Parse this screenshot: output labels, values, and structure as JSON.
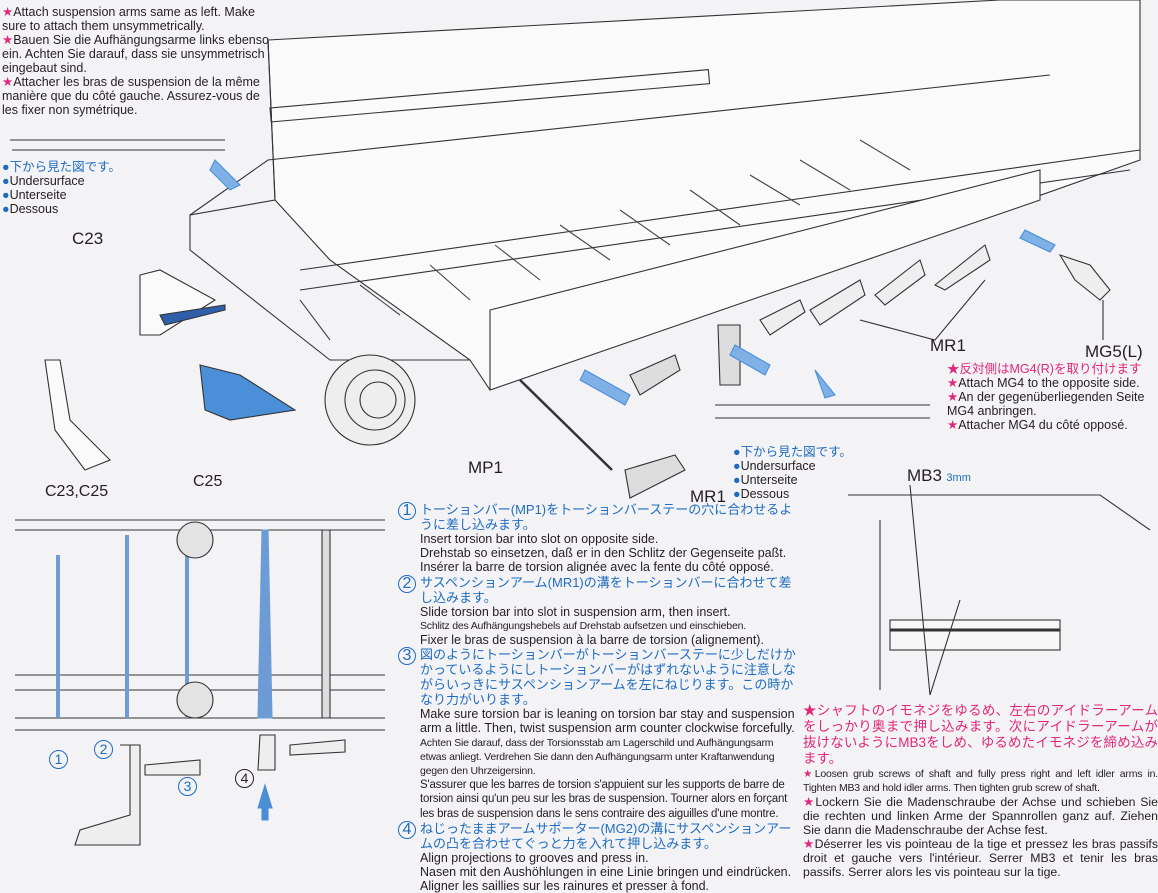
{
  "top_left_note": {
    "en": "Attach suspension arms same as left. Make sure to attach them unsymmetrically.",
    "de": "Bauen Sie die Aufhängungsarme links ebenso ein. Achten Sie darauf, dass sie unsymmetrisch eingebaut sind.",
    "fr": "Attacher les bras de suspension de la même manière que du côté gauche. Assurez-vous de les fixer non symétrique."
  },
  "undersurface_note_left": {
    "jp": "下から見た図です。",
    "en": "Undersurface",
    "de": "Unterseite",
    "fr": "Dessous"
  },
  "undersurface_note_center": {
    "jp": "下から見た図です。",
    "en": "Undersurface",
    "de": "Unterseite",
    "fr": "Dessous"
  },
  "part_labels": {
    "c23": "C23",
    "c23_c25": "C23,C25",
    "c25": "C25",
    "mp1": "MP1",
    "mr1_center": "MR1",
    "mr1_right": "MR1",
    "mg5": "MG5(L)",
    "mb3": "MB3",
    "mb3_size": "3mm"
  },
  "mg4_note": {
    "jp": "反対側はMG4(R)を取り付けます",
    "en": "Attach MG4 to the opposite side.",
    "de": "An der gegenüberliegenden Seite MG4 anbringen.",
    "fr": "Attacher MG4 du côté opposé."
  },
  "steps": [
    {
      "num": "1",
      "jp": "トーションバー(MP1)をトーションバーステーの穴に合わせるように差し込みます。",
      "en": "Insert torsion bar into slot on opposite side.",
      "de": "Drehstab so einsetzen, daß er in den Schlitz der Gegenseite paßt.",
      "fr": "Insérer la barre de torsion alignée avec la fente du côté opposé."
    },
    {
      "num": "2",
      "jp": "サスペンションアーム(MR1)の溝をトーションバーに合わせて差し込みます。",
      "en": "Slide torsion bar into slot in suspension arm, then insert.",
      "de": "Schlitz des Aufhängungshebels auf Drehstab aufsetzen und einschieben.",
      "fr": "Fixer le bras de suspension à la barre de torsion (alignement)."
    },
    {
      "num": "3",
      "jp": "図のようにトーションバーがトーションバーステーに少しだけかかっているようにしトーションバーがはずれないように注意しながらいっきにサスペンションアームを左にねじります。この時かなり力がいります。",
      "en": "Make sure torsion bar is leaning on torsion bar stay and suspension arm a little. Then, twist suspension arm counter clockwise forcefully.",
      "de": "Achten Sie darauf, dass der Torsionsstab am Lagerschild und Aufhängungsarm etwas anliegt. Verdrehen Sie dann den Aufhängungsarm unter Kraftanwendung gegen den Uhrzeigersinn.",
      "fr": "S'assurer que les barres de torsion s'appuient sur les supports de barre de torsion ainsi qu'un peu sur les bras de suspension. Tourner alors en forçant les bras de suspension dans le sens contraire des aiguilles d'une montre."
    },
    {
      "num": "4",
      "jp": "ねじったままアームサポーター(MG2)の溝にサスペンションアームの凸を合わせてぐっと力を入れて押し込みます。",
      "en": "Align projections to grooves and press in.",
      "de": "Nasen mit den Aushöhlungen in eine Linie bringen und eindrücken.",
      "fr": "Aligner les saillies sur les rainures et presser à fond."
    }
  ],
  "detail_numbers": [
    "1",
    "2",
    "3",
    "4"
  ],
  "idler_note": {
    "jp": "シャフトのイモネジをゆるめ、左右のアイドラーアームをしっかり奥まで押し込みます。次にアイドラーアームが抜けないようにMB3をしめ、ゆるめたイモネジを締め込みます。",
    "en": "Loosen grub screws of shaft and fully press right and left idler arms in. Tighten MB3 and hold idler arms. Then tighten grub screw of shaft.",
    "de": "Lockern Sie die Madenschraube der Achse und schieben Sie die rechten und linken Arme der Spannrollen ganz auf. Ziehen Sie dann die Madenschraube der Achse fest.",
    "fr": "Déserrer les vis pointeau de la tige et pressez les bras passifs droit et gauche vers l'intérieur. Serrer MB3 et tenir les bras passifs. Serrer alors les vis pointeau sur la tige."
  },
  "colors": {
    "pink": "#e0287a",
    "blue": "#1f6cbf",
    "arrow_blue": "#4a8fd6"
  }
}
